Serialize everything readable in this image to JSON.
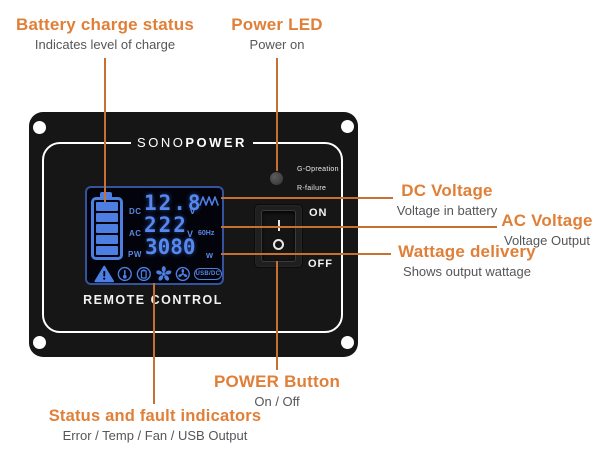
{
  "colors": {
    "accent_orange": "#E07F38",
    "line_orange": "#C86F33",
    "subtitle_gray": "#55565A",
    "panel_black": "#161616",
    "lcd_blue": "#4D7FE3",
    "led_gray": "#4A4A4A",
    "white": "#FFFFFF"
  },
  "annotations": {
    "battery": {
      "title": "Battery charge status",
      "subtitle": "Indicates level of charge"
    },
    "power_led": {
      "title": "Power LED",
      "subtitle": "Power on"
    },
    "dc_voltage": {
      "title": "DC Voltage",
      "subtitle": "Voltage in battery"
    },
    "ac_voltage": {
      "title": "AC Voltage",
      "subtitle": "Voltage Output"
    },
    "wattage": {
      "title": "Wattage delivery",
      "subtitle": "Shows output wattage"
    },
    "power_button": {
      "title": "POWER Button",
      "subtitle": "On / Off"
    },
    "status": {
      "title": "Status and fault indicators",
      "subtitle": "Error / Temp / Fan / USB Output"
    }
  },
  "panel": {
    "brand": {
      "prefix": "SONO",
      "suffix": "POWER"
    },
    "led": {
      "label_top": "G-Opreation",
      "label_bottom": "R-failure"
    },
    "switch": {
      "on": "ON",
      "off": "OFF"
    },
    "lcd": {
      "dc": {
        "label": "DC",
        "value": "12.8",
        "unit": "v"
      },
      "ac": {
        "label": "AC",
        "value": "222",
        "unit": "V",
        "freq": "60Hz"
      },
      "pw": {
        "label": "PW",
        "value": "3080",
        "unit": "w"
      },
      "badge": "USB/DC",
      "status_icons": [
        "warning",
        "temperature",
        "battery-fault",
        "fan",
        "fan-status",
        "usb-dc-output"
      ]
    },
    "caption": "REMOTE CONTROL"
  }
}
